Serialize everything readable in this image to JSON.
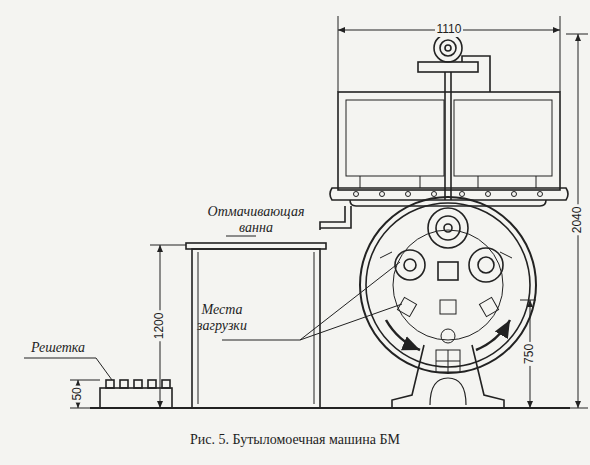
{
  "diagram": {
    "caption": "Рис. 5. Бутыломоечная машина БМ",
    "labels": [
      "1110",
      "2040",
      "Отмачивающая ванна",
      "Места загрузки",
      "1200",
      "750",
      "Решетка",
      "50"
    ]
  }
}
